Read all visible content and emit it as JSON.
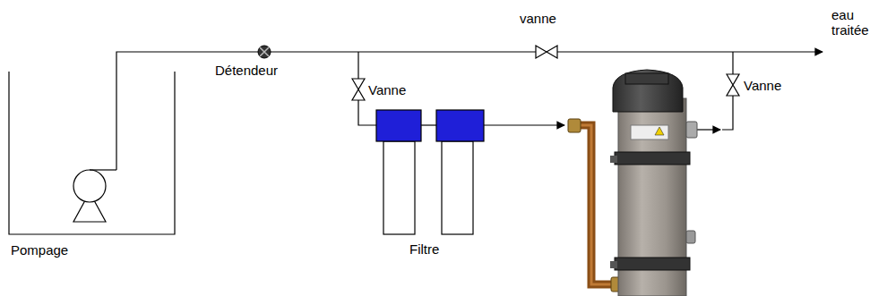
{
  "diagram": {
    "labels": [
      "vanne",
      "eau traitée",
      "Détendeur",
      "Vanne",
      "Vanne",
      "Pompage",
      "Filtre"
    ]
  }
}
